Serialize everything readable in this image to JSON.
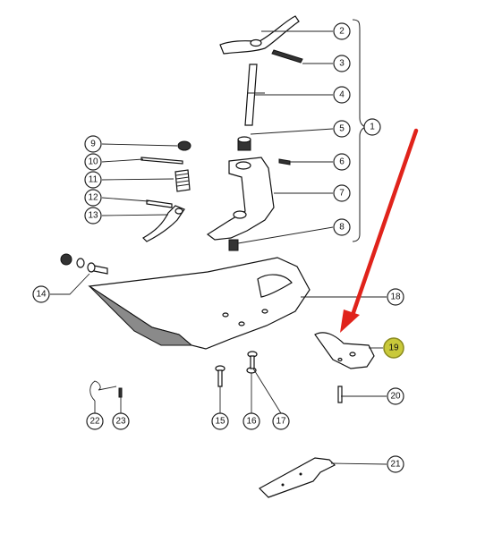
{
  "diagram": {
    "callouts": [
      {
        "id": "c1",
        "label": "1"
      },
      {
        "id": "c2",
        "label": "2"
      },
      {
        "id": "c3",
        "label": "3"
      },
      {
        "id": "c4",
        "label": "4"
      },
      {
        "id": "c5",
        "label": "5"
      },
      {
        "id": "c6",
        "label": "6"
      },
      {
        "id": "c7",
        "label": "7"
      },
      {
        "id": "c8",
        "label": "8"
      },
      {
        "id": "c9",
        "label": "9"
      },
      {
        "id": "c10",
        "label": "10"
      },
      {
        "id": "c11",
        "label": "11"
      },
      {
        "id": "c12",
        "label": "12"
      },
      {
        "id": "c13",
        "label": "13"
      },
      {
        "id": "c14",
        "label": "14"
      },
      {
        "id": "c15",
        "label": "15"
      },
      {
        "id": "c16",
        "label": "16"
      },
      {
        "id": "c17",
        "label": "17"
      },
      {
        "id": "c18",
        "label": "18"
      },
      {
        "id": "c19",
        "label": "19"
      },
      {
        "id": "c20",
        "label": "20"
      },
      {
        "id": "c21",
        "label": "21"
      },
      {
        "id": "c22",
        "label": "22"
      },
      {
        "id": "c23",
        "label": "23"
      }
    ],
    "highlight_color": "#c9c93a",
    "arrow_color": "#e0231b",
    "highlighted_part": "19"
  }
}
